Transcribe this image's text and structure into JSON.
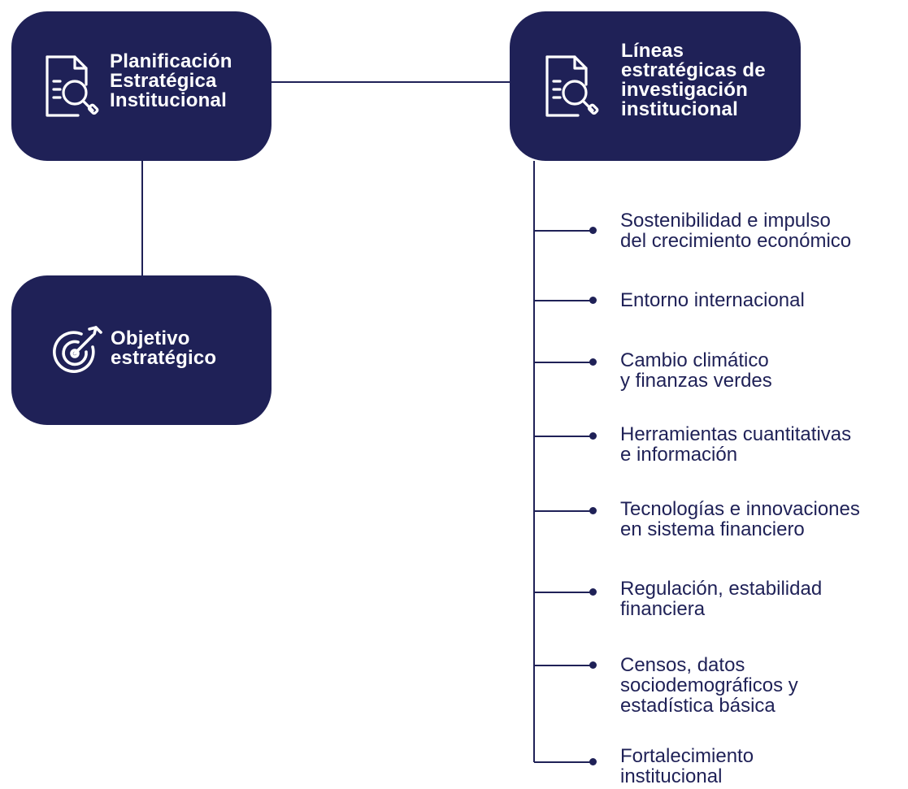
{
  "boxes": {
    "planificacion": {
      "icon": "document-search-icon",
      "title": [
        "Planificación",
        "Estratégica",
        "Institucional"
      ]
    },
    "lineas": {
      "icon": "document-search-icon",
      "title": [
        "Líneas",
        "estratégicas de",
        "investigación",
        "institucional"
      ]
    },
    "objetivo": {
      "icon": "target-arrow-icon",
      "title": [
        "Objetivo",
        "estratégico"
      ]
    }
  },
  "lineas_items": [
    [
      "Sostenibilidad e impulso",
      "del crecimiento económico"
    ],
    [
      "Entorno internacional"
    ],
    [
      "Cambio climático",
      "y finanzas verdes"
    ],
    [
      "Herramientas cuantitativas",
      "e información"
    ],
    [
      "Tecnologías e innovaciones",
      "en sistema financiero"
    ],
    [
      "Regulación, estabilidad",
      "financiera"
    ],
    [
      "Censos, datos",
      "sociodemográficos y",
      "estadística básica"
    ],
    [
      "Fortalecimiento",
      "institucional"
    ]
  ],
  "colors": {
    "navy": "#1f2157",
    "white": "#ffffff"
  }
}
